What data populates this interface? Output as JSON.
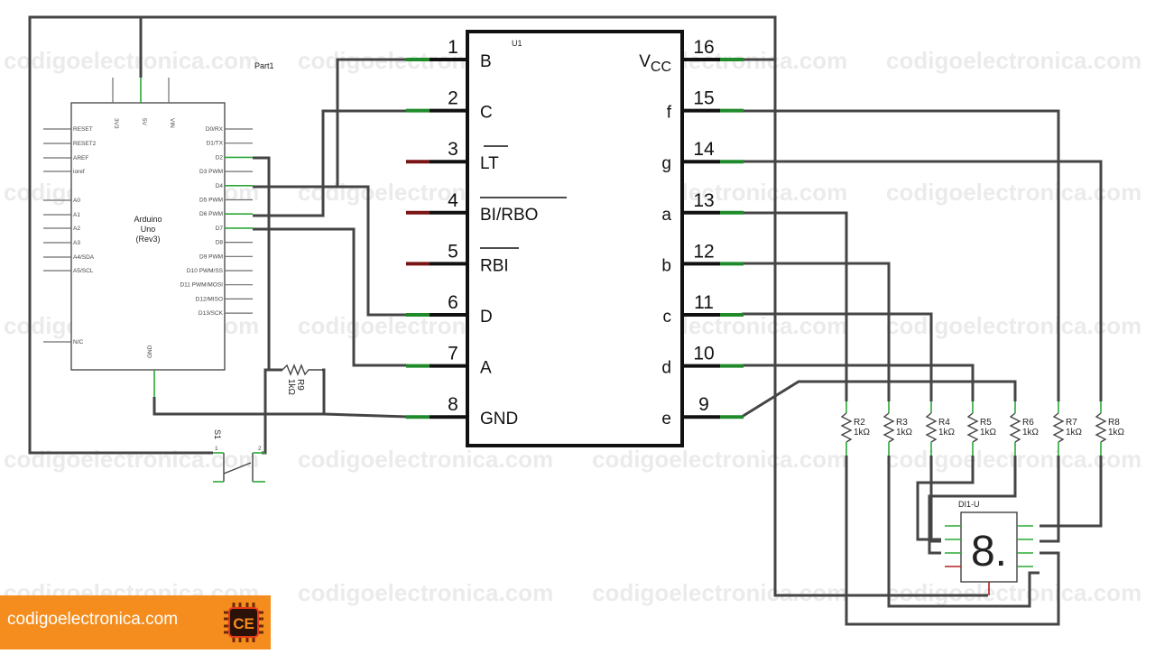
{
  "watermark": "codigoelectronica.com",
  "brand": {
    "label": "codigoelectronica.com",
    "icon_text": "CE",
    "bg_color": "#f58d1e"
  },
  "arduino": {
    "part": "Part1",
    "title_lines": [
      "Arduino",
      "Uno",
      "(Rev3)"
    ],
    "top_pins": [
      "3V3",
      "5V",
      "VIN"
    ],
    "left_pins": [
      "RESET",
      "RESET2",
      "AREF",
      "ioref",
      "A0",
      "A1",
      "A2",
      "A3",
      "A4/SDA",
      "A5/SCL",
      "N/C"
    ],
    "right_pins": [
      "D0/RX",
      "D1/TX",
      "D2",
      "D3 PWM",
      "D4",
      "D5 PWM",
      "D6 PWM",
      "D7",
      "D8",
      "D9 PWM",
      "D10 PWM/SS",
      "D11 PWM/MOSI",
      "D12/MISO",
      "D13/SCK"
    ],
    "bottom_pin": "GND"
  },
  "decoder": {
    "ref": "U1",
    "left_pins": [
      {
        "num": "1",
        "label": "B"
      },
      {
        "num": "2",
        "label": "C"
      },
      {
        "num": "3",
        "label": "LT"
      },
      {
        "num": "4",
        "label": "BI/RBO"
      },
      {
        "num": "5",
        "label": "RBI"
      },
      {
        "num": "6",
        "label": "D"
      },
      {
        "num": "7",
        "label": "A"
      },
      {
        "num": "8",
        "label": "GND"
      }
    ],
    "right_pins": [
      {
        "num": "16",
        "label": "V",
        "sub": "CC"
      },
      {
        "num": "15",
        "label": "f"
      },
      {
        "num": "14",
        "label": "g"
      },
      {
        "num": "13",
        "label": "a"
      },
      {
        "num": "12",
        "label": "b"
      },
      {
        "num": "11",
        "label": "c"
      },
      {
        "num": "10",
        "label": "d"
      },
      {
        "num": "9",
        "label": "e"
      }
    ]
  },
  "resistors": [
    {
      "ref": "R2",
      "value": "1kΩ"
    },
    {
      "ref": "R3",
      "value": "1kΩ"
    },
    {
      "ref": "R4",
      "value": "1kΩ"
    },
    {
      "ref": "R5",
      "value": "1kΩ"
    },
    {
      "ref": "R6",
      "value": "1kΩ"
    },
    {
      "ref": "R7",
      "value": "1kΩ"
    },
    {
      "ref": "R8",
      "value": "1kΩ"
    }
  ],
  "r9": {
    "ref": "R9",
    "value": "1kΩ"
  },
  "switch": {
    "ref": "S1",
    "pin1": "1",
    "pin2": "2"
  },
  "display": {
    "ref": "DI1-U",
    "digit": "8."
  }
}
